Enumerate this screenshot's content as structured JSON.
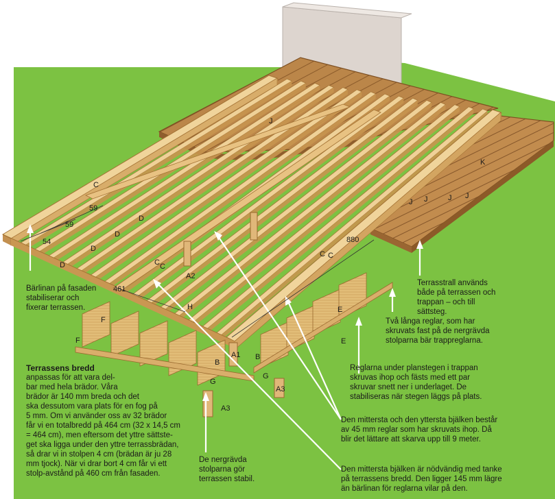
{
  "part_labels": {
    "J_top": "J",
    "K": "K",
    "J1": "J",
    "J2": "J",
    "J3": "J",
    "J4": "J",
    "C1": "C",
    "C2": "C",
    "C3": "C",
    "C4": "C",
    "C5": "C",
    "D1": "D",
    "D2": "D",
    "D3": "D",
    "D4": "D",
    "A2": "A2",
    "H": "H",
    "E1": "E",
    "E2": "E",
    "F1": "F",
    "F2": "F",
    "B1": "B",
    "B2": "B",
    "G1": "G",
    "G2": "G",
    "A1": "A1",
    "A3a": "A3",
    "A3b": "A3"
  },
  "dimensions": {
    "d59a": "59",
    "d59b": "59",
    "d54": "54",
    "d461": "461",
    "d880": "880"
  },
  "callouts": {
    "fasad": [
      "Bärlinan på fasaden",
      "stabiliserar och",
      "fixerar terrassen."
    ],
    "terrasstrall": [
      "Terrasstrall används",
      "både på terrassen och",
      "trappan – och till",
      "sättsteg."
    ],
    "langa_reglar": [
      "Två långa reglar, som har",
      "skruvats fast på de nergrävda",
      "stolparna bär trappreglarna."
    ],
    "reglarna_under": [
      "Reglarna under planstegen i trappan",
      "skruvas ihop och fästs med ett par",
      "skruvar snett ner i underlaget. De",
      "stabiliseras när stegen läggs på plats."
    ],
    "mittersta_yttersta": [
      "Den mittersta och den yttersta bjälken består",
      "av 45 mm reglar som har skruvats ihop. Då",
      "blir det lättare att skarva upp till 9 meter."
    ],
    "nergravda": [
      "De nergrävda",
      "stolparna gör",
      "terrassen stabil."
    ],
    "mittersta_bjalken": [
      "Den mittersta bjälken är nödvändig med tanke",
      "på terrassens bredd. Den ligger 145 mm lägre",
      "än bärlinan för reglarna vilar på den."
    ]
  },
  "terrace_width": {
    "title": "Terrassens bredd",
    "lines": [
      "anpassas för att vara del-",
      "bar med hela brädor. Våra",
      "brädor är 140 mm breda och det",
      "ska dessutom vara plats för en fog på",
      "5 mm. Om vi använder oss av 32 brädor",
      "får vi en totalbredd på 464 cm (32 x 14,5 cm",
      "= 464 cm), men eftersom det yttre sättste-",
      "get ska ligga under den yttre terrassbrädan,",
      "så drar vi in stolpen 4 cm (brädan är ju 28",
      "mm tjock). När vi drar bort 4 cm får vi ett",
      "stolp-avstånd på 460 cm från fasaden."
    ]
  },
  "colors": {
    "lawn": "#7cc242",
    "wood_light": "#e7c585",
    "wood_mid": "#d4a865",
    "wood_dark": "#b07a3c",
    "deck": "#b8834a",
    "wall": "#ddd5cf"
  }
}
